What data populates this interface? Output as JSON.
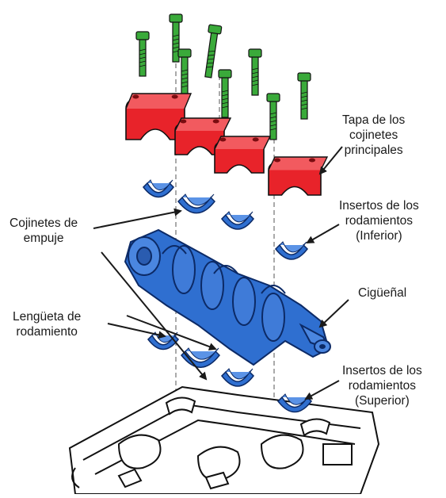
{
  "labels": {
    "main_caps": [
      "Tapa de los",
      "cojinetes",
      "principales"
    ],
    "lower_inserts": [
      "Insertos de los",
      "rodamientos",
      "(Inferior)"
    ],
    "thrust_bearings": [
      "Cojinetes de",
      "empuje"
    ],
    "crankshaft": [
      "Cigüeñal"
    ],
    "bearing_tab": [
      "Lengüeta de",
      "rodamiento"
    ],
    "upper_inserts": [
      "Insertos de los",
      "rodamientos",
      "(Superior)"
    ]
  },
  "colors": {
    "bolts": "#3aaa3a",
    "caps": "#e8232a",
    "bearings": "#2f6fd0",
    "crankshaft": "#2f6fd0",
    "block": "#ffffff",
    "outline": "#111111"
  }
}
